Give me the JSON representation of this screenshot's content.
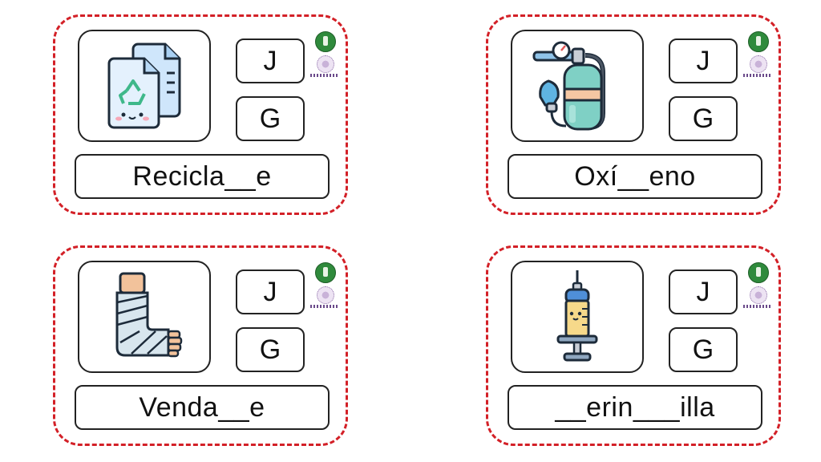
{
  "cards": [
    {
      "image_icon": "recycled-paper-icon",
      "option_j": "J",
      "option_g": "G",
      "word": "Recicla__e"
    },
    {
      "image_icon": "oxygen-tank-icon",
      "option_j": "J",
      "option_g": "G",
      "word": "Oxí__eno"
    },
    {
      "image_icon": "bandaged-arm-icon",
      "option_j": "J",
      "option_g": "G",
      "word": "Venda__e"
    },
    {
      "image_icon": "syringe-icon",
      "option_j": "J",
      "option_g": "G",
      "word": "__erin___illa"
    }
  ],
  "colors": {
    "card_border": "#d32027",
    "logo_green": "#2f8a3c"
  }
}
